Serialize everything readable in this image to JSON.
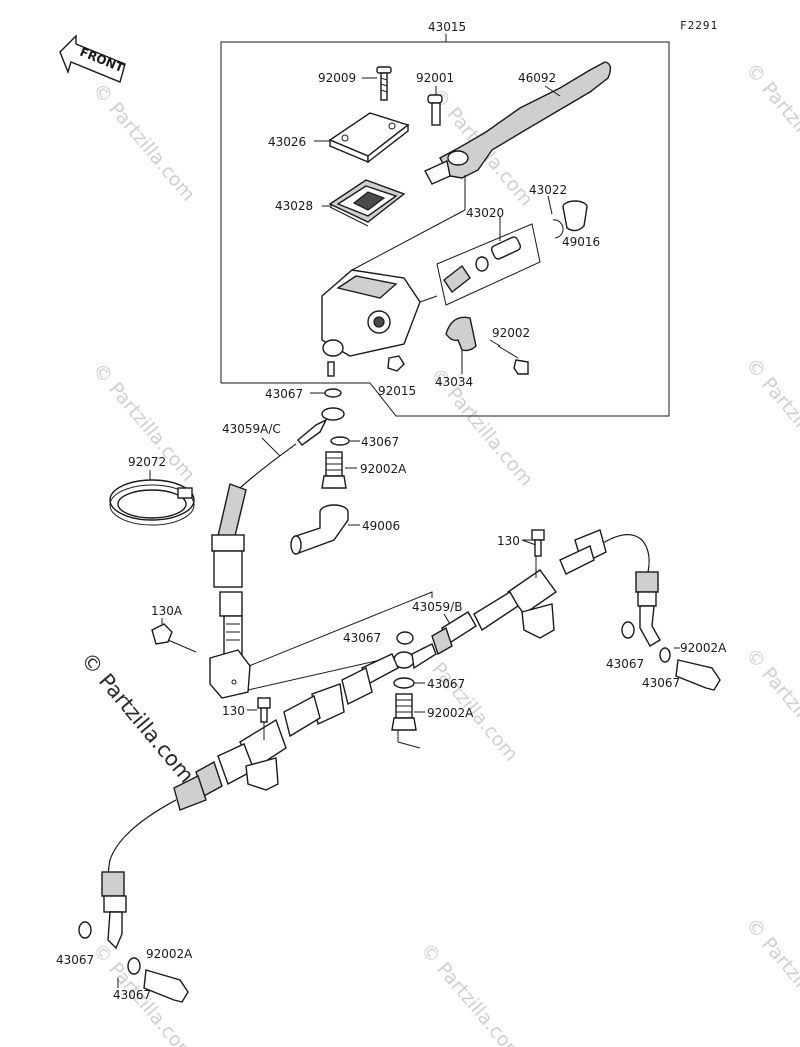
{
  "figure_code": "F2291",
  "front_label": "FRONT",
  "watermark": "© Partzilla.com",
  "callouts": {
    "assembly": "43015",
    "bolt_92009": "92009",
    "pin_92001": "92001",
    "lever": "46092",
    "cap": "43026",
    "diaphragm": "43028",
    "circlip_43022": "43022",
    "boot": "49016",
    "piston_kit": "43020",
    "bolt_92002": "92002",
    "nut_92015": "92015",
    "clamp": "43034",
    "washer_top": "43067",
    "hose_ac": "43059A/C",
    "washer_ac": "43067",
    "clamp_band": "92072",
    "banjo_bolt_a": "92002A",
    "cover": "49006",
    "bolt_130_right": "130",
    "hose_b": "43059/B",
    "bolt_130a": "130A",
    "washer_mid": "43067",
    "washer_right": "43067",
    "bolt_92002a_right": "92002A",
    "washer_right_lower": "43067",
    "washer_center": "43067",
    "banjo_bolt_center": "92002A",
    "bolt_130_left": "130",
    "washer_left": "43067",
    "bolt_92002a_left": "92002A",
    "washer_left_lower": "43067"
  }
}
